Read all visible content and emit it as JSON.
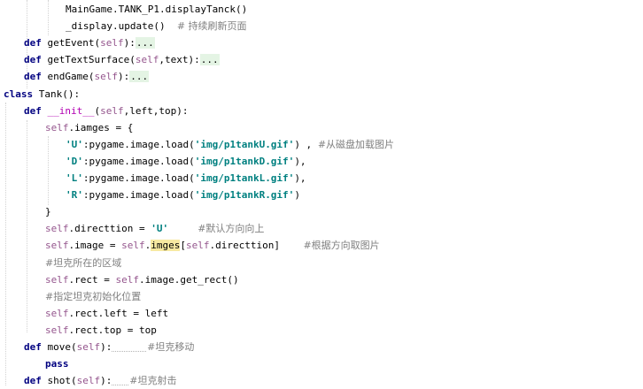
{
  "code_lines": [
    {
      "indent": 4,
      "segments": [
        {
          "t": "MainGame.TANK_P1.displayTanck()",
          "c": ""
        }
      ]
    },
    {
      "indent": 4,
      "segments": [
        {
          "t": "_display.update()",
          "c": ""
        },
        {
          "t": "  ",
          "c": ""
        },
        {
          "t": "# 持续刷新页面",
          "c": "cm"
        }
      ]
    },
    {
      "indent": 1,
      "segments": [
        {
          "t": "def",
          "c": "kw"
        },
        {
          "t": " getEvent(",
          "c": ""
        },
        {
          "t": "self",
          "c": "self"
        },
        {
          "t": "):",
          "c": ""
        },
        {
          "t": "...",
          "c": "fold"
        }
      ]
    },
    {
      "indent": 1,
      "segments": [
        {
          "t": "def",
          "c": "kw"
        },
        {
          "t": " getTextSurface(",
          "c": ""
        },
        {
          "t": "self",
          "c": "self"
        },
        {
          "t": ",text):",
          "c": ""
        },
        {
          "t": "...",
          "c": "fold"
        }
      ]
    },
    {
      "indent": 1,
      "segments": [
        {
          "t": "def",
          "c": "kw"
        },
        {
          "t": " endGame(",
          "c": ""
        },
        {
          "t": "self",
          "c": "self"
        },
        {
          "t": "):",
          "c": ""
        },
        {
          "t": "...",
          "c": "fold"
        }
      ]
    },
    {
      "indent": 0,
      "segments": [
        {
          "t": "class",
          "c": "kw"
        },
        {
          "t": " Tank():",
          "c": ""
        }
      ]
    },
    {
      "indent": 1,
      "segments": [
        {
          "t": "def",
          "c": "kw"
        },
        {
          "t": " ",
          "c": ""
        },
        {
          "t": "__init__",
          "c": "fn"
        },
        {
          "t": "(",
          "c": ""
        },
        {
          "t": "self",
          "c": "self"
        },
        {
          "t": ",left,top):",
          "c": ""
        }
      ]
    },
    {
      "indent": 2,
      "segments": [
        {
          "t": "self",
          "c": "self"
        },
        {
          "t": ".iamges = {",
          "c": ""
        }
      ]
    },
    {
      "indent": 3,
      "segments": [
        {
          "t": "'U'",
          "c": "str"
        },
        {
          "t": ":pygame.image.load(",
          "c": ""
        },
        {
          "t": "'img/p1tankU.gif'",
          "c": "str"
        },
        {
          "t": ") , ",
          "c": ""
        },
        {
          "t": "#从磁盘加载图片",
          "c": "cm"
        }
      ]
    },
    {
      "indent": 3,
      "segments": [
        {
          "t": "'D'",
          "c": "str"
        },
        {
          "t": ":pygame.image.load(",
          "c": ""
        },
        {
          "t": "'img/p1tankD.gif'",
          "c": "str"
        },
        {
          "t": "),",
          "c": ""
        }
      ]
    },
    {
      "indent": 3,
      "segments": [
        {
          "t": "'L'",
          "c": "str"
        },
        {
          "t": ":pygame.image.load(",
          "c": ""
        },
        {
          "t": "'img/p1tankL.gif'",
          "c": "str"
        },
        {
          "t": "),",
          "c": ""
        }
      ]
    },
    {
      "indent": 3,
      "segments": [
        {
          "t": "'R'",
          "c": "str"
        },
        {
          "t": ":pygame.image.load(",
          "c": ""
        },
        {
          "t": "'img/p1tankR.gif'",
          "c": "str"
        },
        {
          "t": ")",
          "c": ""
        }
      ]
    },
    {
      "indent": 2,
      "segments": [
        {
          "t": "}",
          "c": ""
        }
      ]
    },
    {
      "indent": 2,
      "segments": [
        {
          "t": "self",
          "c": "self"
        },
        {
          "t": ".directtion = ",
          "c": ""
        },
        {
          "t": "'U'",
          "c": "str"
        },
        {
          "t": "     ",
          "c": ""
        },
        {
          "t": "#默认方向向上",
          "c": "cm"
        }
      ]
    },
    {
      "indent": 2,
      "segments": [
        {
          "t": "self",
          "c": "self"
        },
        {
          "t": ".image = ",
          "c": ""
        },
        {
          "t": "self",
          "c": "self"
        },
        {
          "t": ".",
          "c": ""
        },
        {
          "t": "imges",
          "c": "hl"
        },
        {
          "t": "[",
          "c": ""
        },
        {
          "t": "self",
          "c": "self"
        },
        {
          "t": ".directtion]",
          "c": ""
        },
        {
          "t": "    ",
          "c": ""
        },
        {
          "t": "#根据方向取图片",
          "c": "cm"
        }
      ]
    },
    {
      "indent": 2,
      "segments": [
        {
          "t": "#坦克所在的区域",
          "c": "cm"
        }
      ]
    },
    {
      "indent": 2,
      "segments": [
        {
          "t": "self",
          "c": "self"
        },
        {
          "t": ".rect = ",
          "c": ""
        },
        {
          "t": "self",
          "c": "self"
        },
        {
          "t": ".image.get_rect()",
          "c": ""
        }
      ]
    },
    {
      "indent": 2,
      "segments": [
        {
          "t": "#指定坦克初始化位置",
          "c": "cm"
        }
      ]
    },
    {
      "indent": 2,
      "segments": [
        {
          "t": "self",
          "c": "self"
        },
        {
          "t": ".rect.left = left",
          "c": ""
        }
      ]
    },
    {
      "indent": 2,
      "segments": [
        {
          "t": "self",
          "c": "self"
        },
        {
          "t": ".rect.top = top",
          "c": ""
        }
      ]
    },
    {
      "indent": 1,
      "segments": [
        {
          "t": "def",
          "c": "kw"
        },
        {
          "t": " move(",
          "c": ""
        },
        {
          "t": "self",
          "c": "self"
        },
        {
          "t": "):",
          "c": ""
        },
        {
          "t": "      ",
          "c": "squig"
        },
        {
          "t": "#坦克移动",
          "c": "cm"
        }
      ]
    },
    {
      "indent": 2,
      "segments": [
        {
          "t": "pass",
          "c": "kw"
        }
      ]
    },
    {
      "indent": 1,
      "segments": [
        {
          "t": "def",
          "c": "kw"
        },
        {
          "t": " shot(",
          "c": ""
        },
        {
          "t": "self",
          "c": "self"
        },
        {
          "t": "):",
          "c": ""
        },
        {
          "t": "   ",
          "c": "squig"
        },
        {
          "t": "#坦克射击",
          "c": "cm"
        }
      ]
    }
  ]
}
